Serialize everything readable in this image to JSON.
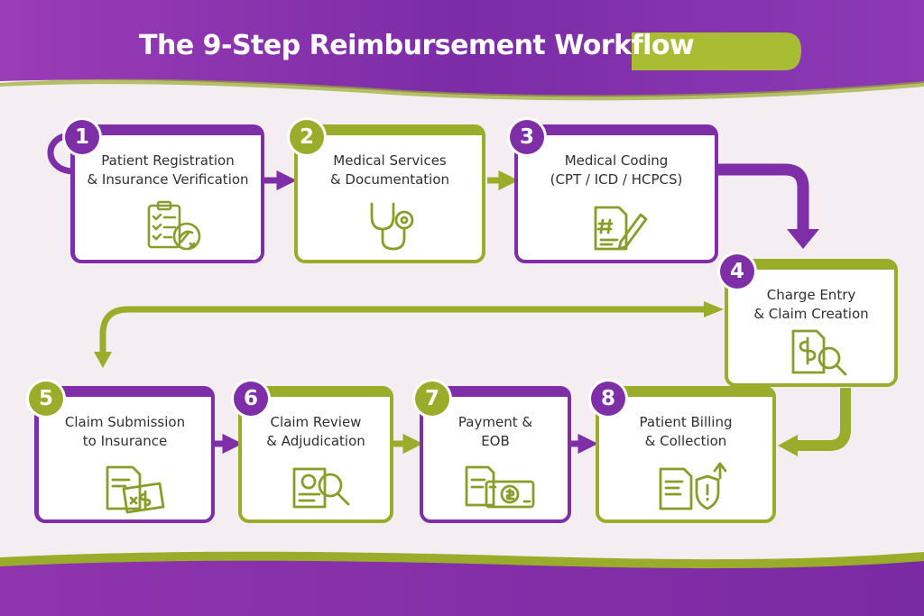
{
  "title": "The 9-Step Reimbursement Workflow",
  "colors": {
    "purple": "#7e2fa8",
    "green": "#99ad2b",
    "text": "#2f2f34",
    "background": "#f4eef3"
  },
  "steps": [
    {
      "number": "1",
      "line1": "Patient Registration",
      "line2": "& Insurance Verification",
      "icon": "checklist-verification-icon"
    },
    {
      "number": "2",
      "line1": "Medical Services",
      "line2": "& Documentation",
      "icon": "stethoscope-icon"
    },
    {
      "number": "3",
      "line1": "Medical Coding",
      "line2": "(CPT / ICD / HCPCS)",
      "icon": "coding-document-pencil-icon"
    },
    {
      "number": "4",
      "line1": "Charge Entry",
      "line2": "& Claim Creation",
      "icon": "dollar-document-magnifier-icon"
    },
    {
      "number": "5",
      "line1": "Claim Submission",
      "line2": "to Insurance",
      "icon": "claim-form-check-icon"
    },
    {
      "number": "6",
      "line1": "Claim Review",
      "line2": "& Adjudication",
      "icon": "review-magnifier-icon"
    },
    {
      "number": "7",
      "line1": "Payment &",
      "line2": "EOB",
      "icon": "payment-cash-icon"
    },
    {
      "number": "8",
      "line1": "Patient Billing",
      "line2": "& Collection",
      "icon": "billing-shield-icon"
    }
  ]
}
